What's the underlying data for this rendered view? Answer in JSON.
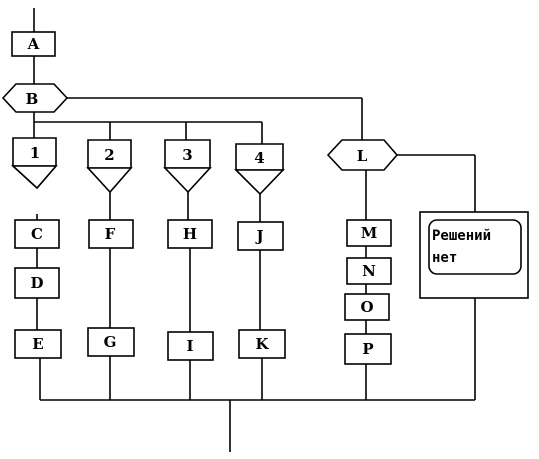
{
  "diagram": {
    "nodes": {
      "A": "A",
      "B": "B",
      "n1": "1",
      "n2": "2",
      "n3": "3",
      "n4": "4",
      "L": "L",
      "C": "C",
      "F": "F",
      "H": "H",
      "J": "J",
      "D": "D",
      "E": "E",
      "G": "G",
      "I": "I",
      "K": "K",
      "M": "M",
      "N": "N",
      "O": "O",
      "P": "P"
    },
    "no_solutions": {
      "line1": "Решений",
      "line2": "нет"
    }
  }
}
